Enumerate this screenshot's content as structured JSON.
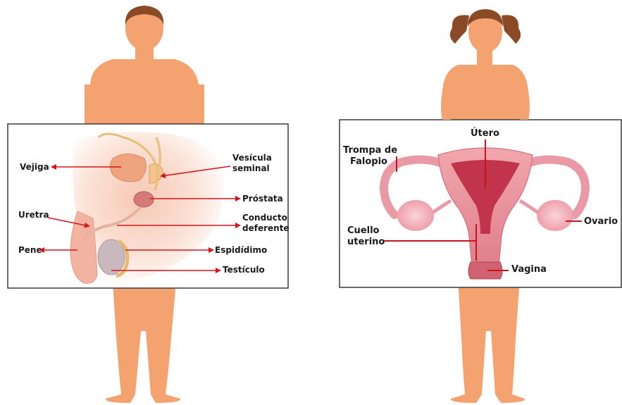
{
  "colors": {
    "skin": "#f5a271",
    "skin_shadow": "#e58d5c",
    "hair": "#8a4a25",
    "arrow": "#d8141c",
    "panel_border": "#3a3a3a",
    "organ_pink": "#e9a0a5",
    "organ_dark": "#b5334a"
  },
  "male": {
    "labels": {
      "vejiga": "Vejiga",
      "vesicula_1": "Vesícula",
      "vesicula_2": "seminal",
      "prostata": "Próstata",
      "uretra": "Uretra",
      "conducto_1": "Conducto",
      "conducto_2": "deferente",
      "pene": "Pene",
      "epididimo": "Espidídimo",
      "testiculo": "Testículo"
    }
  },
  "female": {
    "labels": {
      "utero": "Útero",
      "trompa_1": "Trompa de",
      "trompa_2": "Falopio",
      "ovario": "Ovario",
      "cuello_1": "Cuello",
      "cuello_2": "uterino",
      "vagina": "Vagina"
    }
  }
}
